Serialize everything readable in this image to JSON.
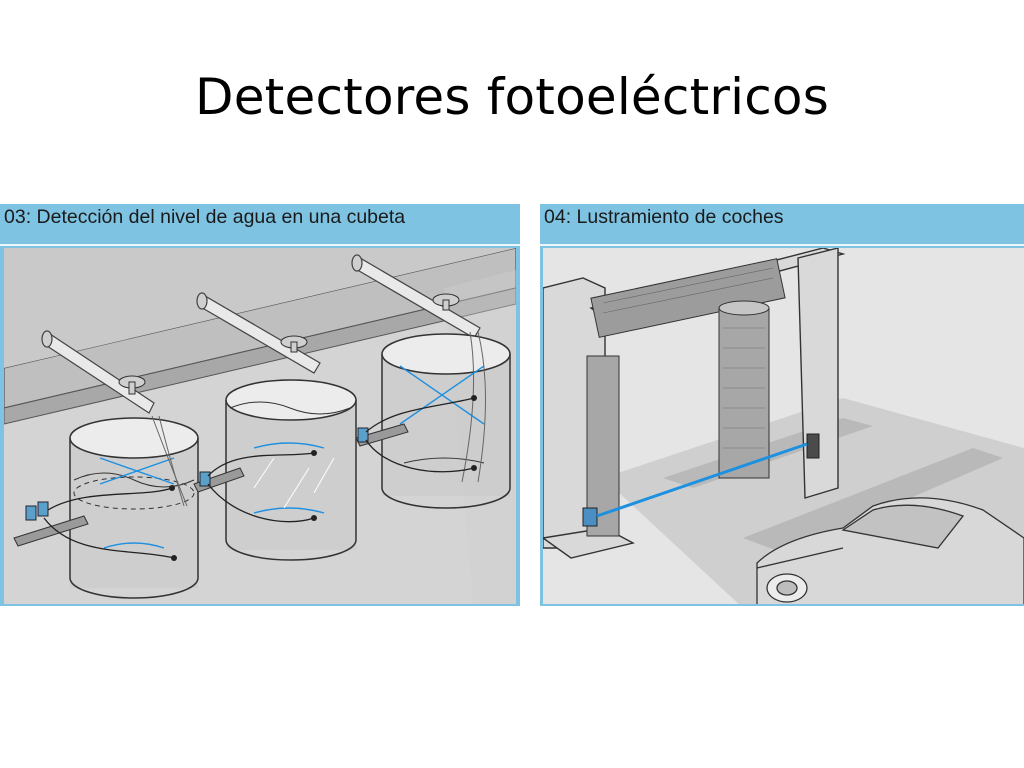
{
  "slide": {
    "title": "Detectores fotoeléctricos"
  },
  "panels": [
    {
      "label": "03: Detección del nivel de agua en una cubeta"
    },
    {
      "label": "04: Lustramiento de coches"
    }
  ],
  "colors": {
    "panel_header": "#7ec3e2",
    "scene_background": "#e3e3e3",
    "beam": "#1e90e0"
  }
}
